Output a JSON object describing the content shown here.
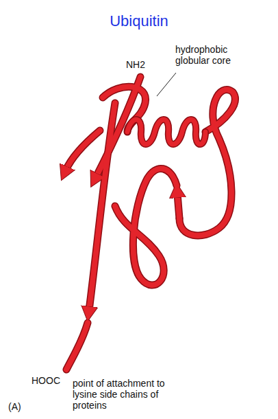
{
  "diagram": {
    "title": "Ubiquitin",
    "labels": [
      "NH2",
      "hydrophobic globular core",
      "HOOC",
      "point of attachment to lysine side chains of proteins",
      "(A)"
    ]
  }
}
